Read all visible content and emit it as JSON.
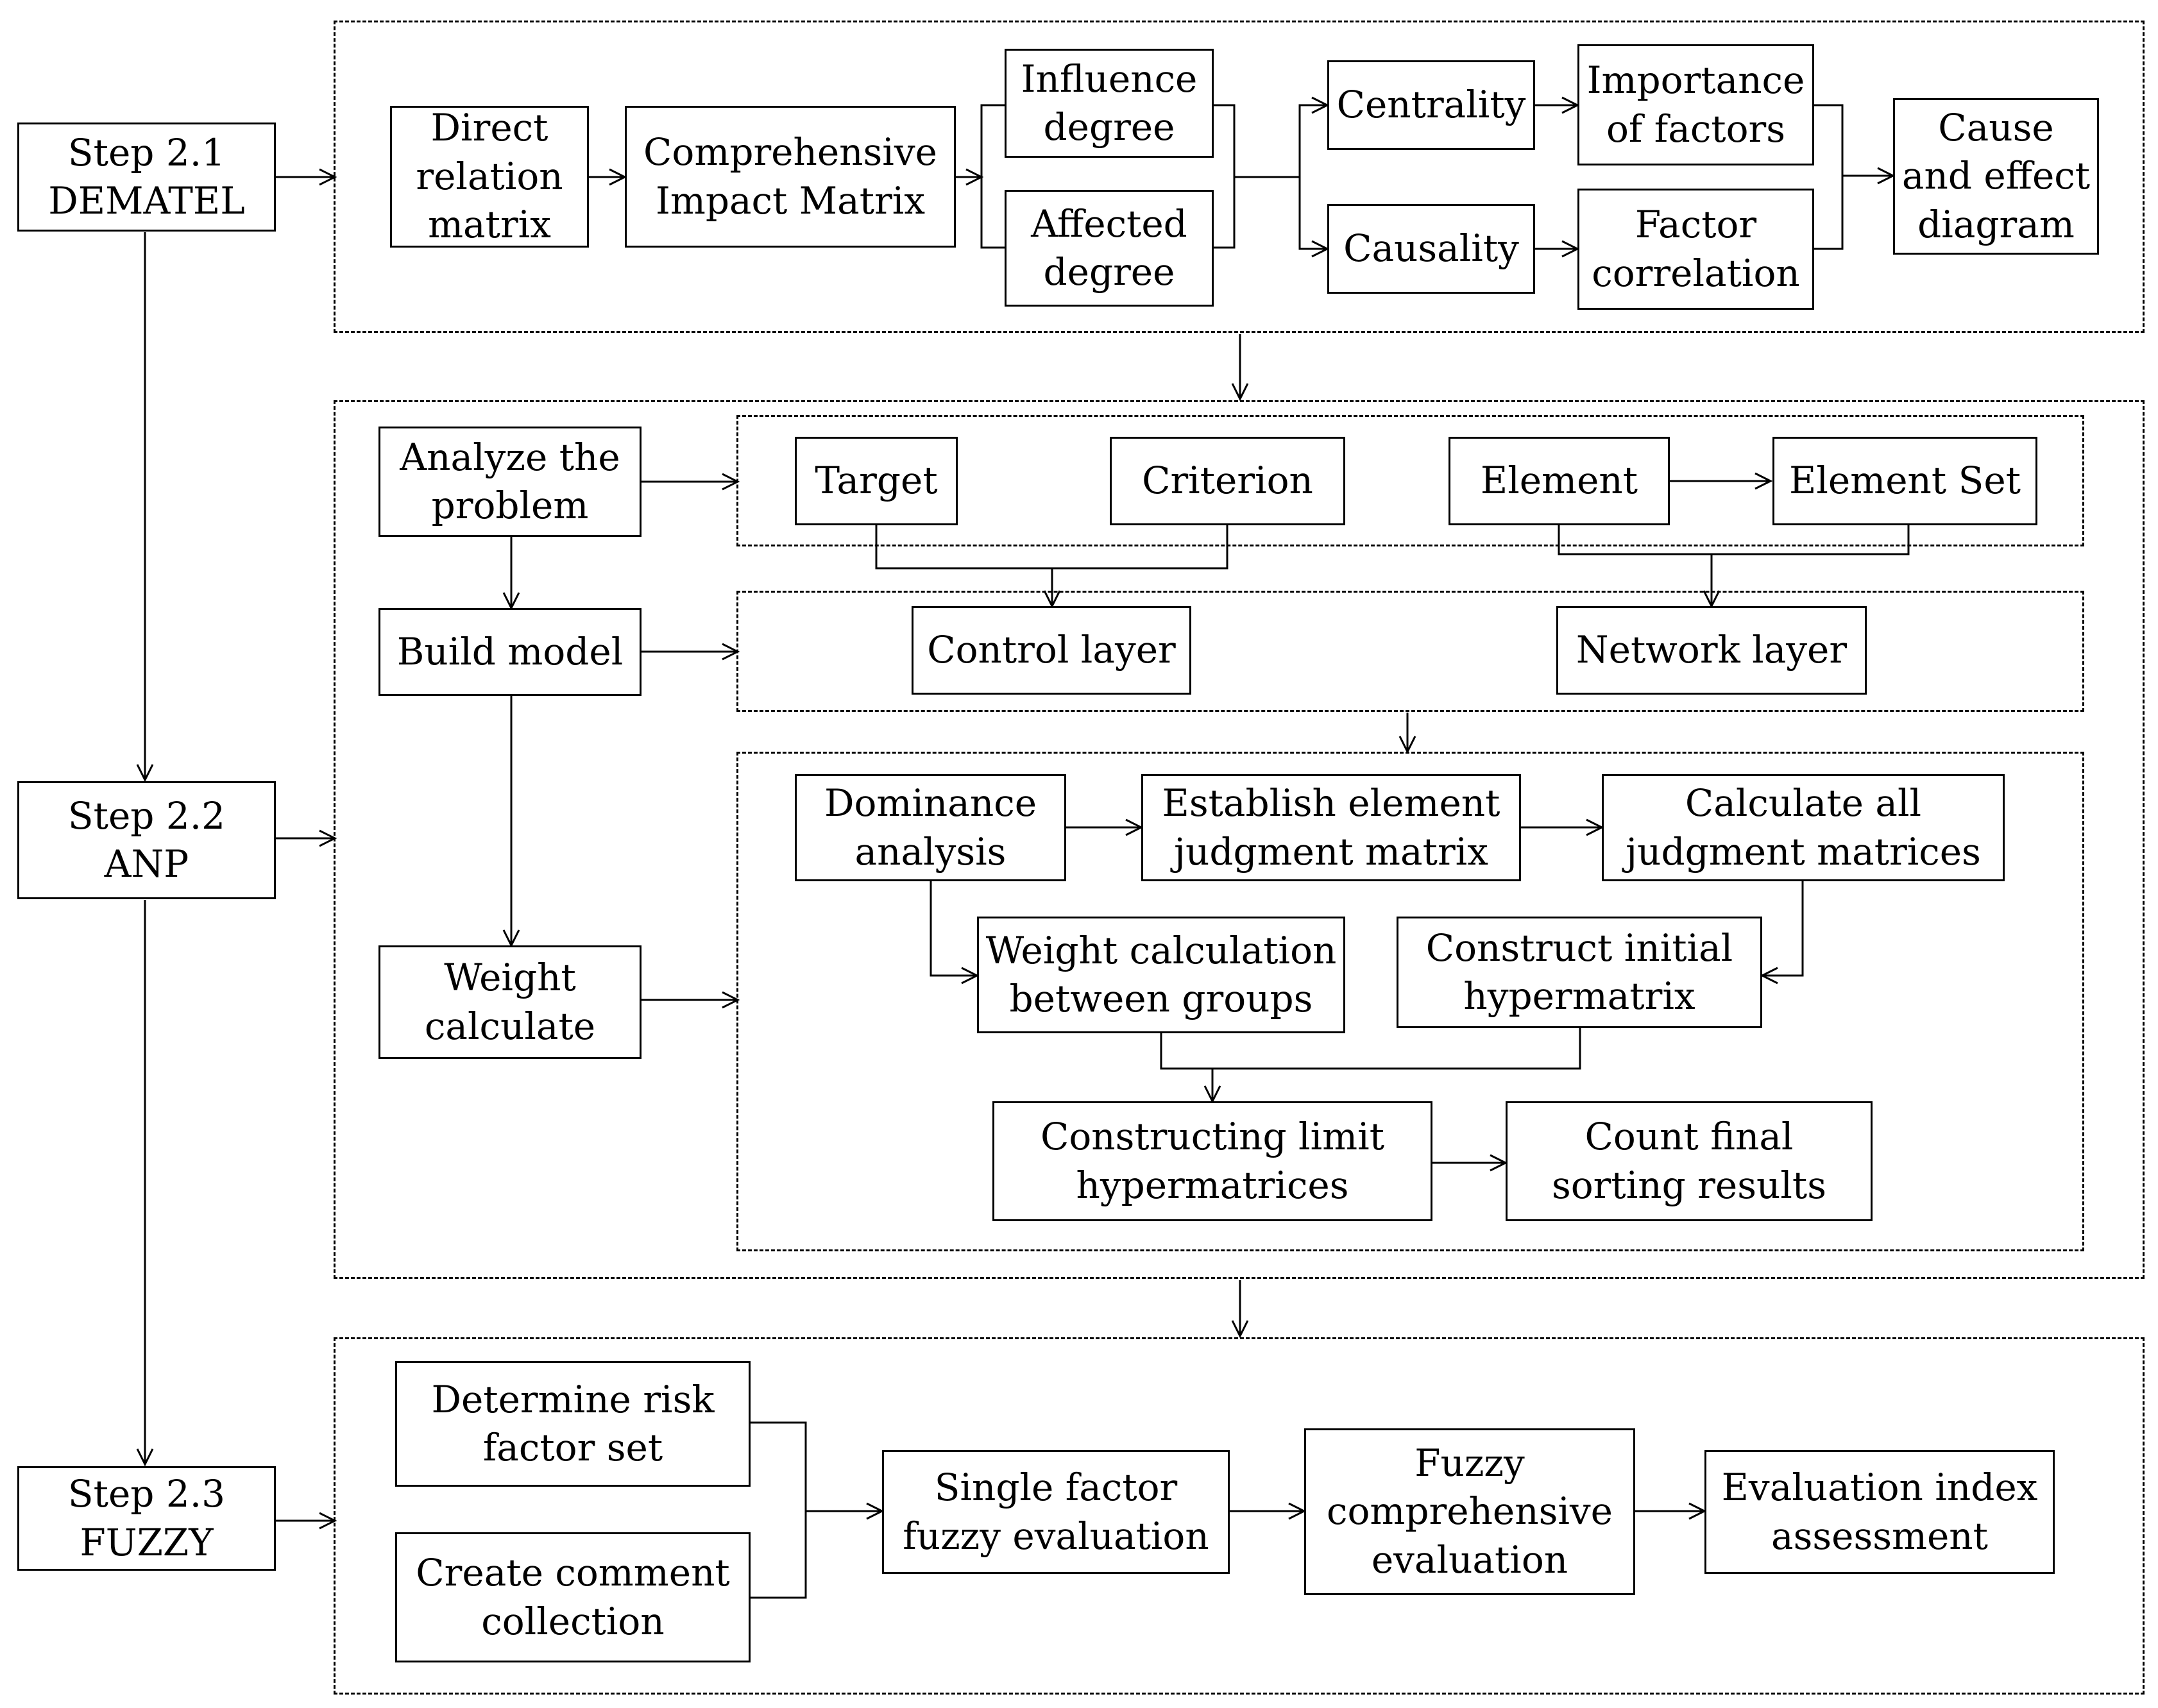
{
  "steps": {
    "s21": "Step 2.1\nDEMATEL",
    "s22": "Step 2.2\nANP",
    "s23": "Step 2.3\nFUZZY"
  },
  "dematel": {
    "direct": "Direct\nrelation\nmatrix",
    "comprehensive": "Comprehensive\nImpact Matrix",
    "influence": "Influence\ndegree",
    "affected": "Affected\ndegree",
    "centrality": "Centrality",
    "causality": "Causality",
    "importance": "Importance\nof factors",
    "correlation": "Factor\ncorrelation",
    "cause_effect": "Cause\nand effect\ndiagram"
  },
  "anp": {
    "analyze": "Analyze the\nproblem",
    "build": "Build model",
    "weight": "Weight\ncalculate",
    "target": "Target",
    "criterion": "Criterion",
    "element": "Element",
    "element_set": "Element Set",
    "control_layer": "Control layer",
    "network_layer": "Network layer",
    "dominance": "Dominance\nanalysis",
    "establish": "Establish element\njudgment matrix",
    "calculate_all": "Calculate all\njudgment matrices",
    "weight_groups": "Weight calculation\nbetween groups",
    "initial_hyper": "Construct initial\nhypermatrix",
    "limit_hyper": "Constructing limit\nhypermatrices",
    "final_results": "Count final\nsorting results"
  },
  "fuzzy": {
    "risk_set": "Determine risk\nfactor set",
    "comment": "Create comment\ncollection",
    "single": "Single factor\nfuzzy evaluation",
    "comprehensive": "Fuzzy\ncomprehensive\nevaluation",
    "assessment": "Evaluation index\nassessment"
  }
}
